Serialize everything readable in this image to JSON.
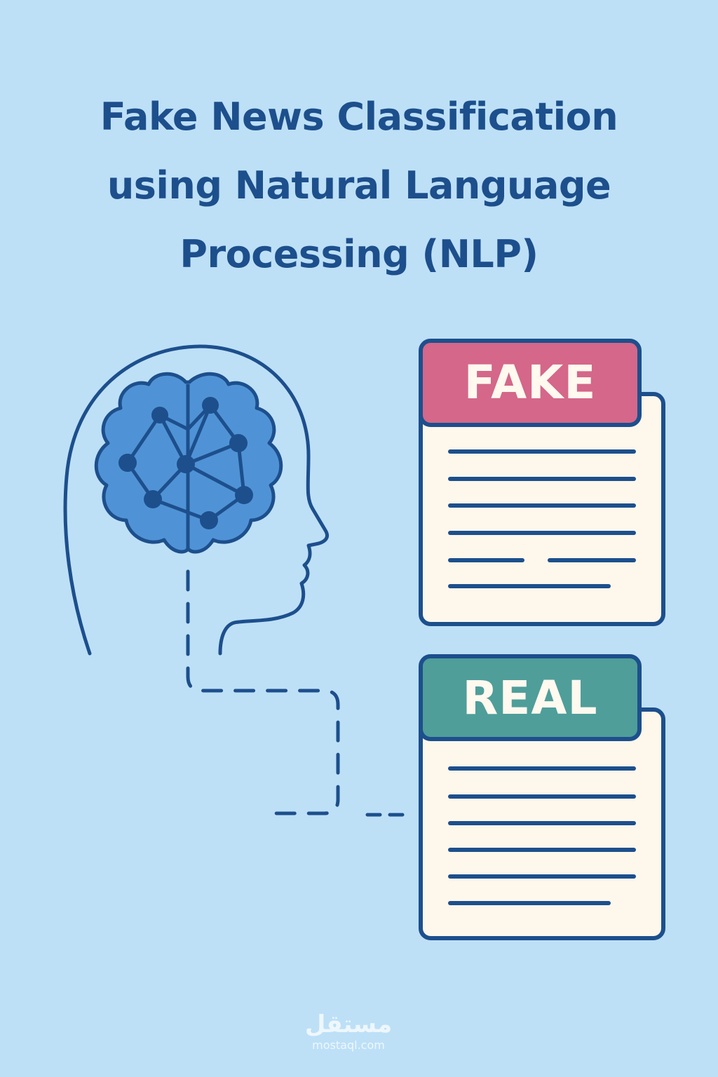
{
  "title": {
    "line1": "Fake News Classification",
    "line2": "using Natural Language",
    "line3": "Processing (NLP)"
  },
  "documents": {
    "fake": {
      "label": "FAKE",
      "color": "#d4678a"
    },
    "real": {
      "label": "REAL",
      "color": "#4f9e9a"
    }
  },
  "watermark": {
    "arabic": "مستقل",
    "domain": "mostaql.com"
  },
  "colors": {
    "background": "#bde0f7",
    "outline": "#1d4f8c",
    "brain": "#4f93d6",
    "paper": "#fdf7ec"
  },
  "icons": [
    "head-silhouette-icon",
    "brain-network-icon",
    "document-icon"
  ]
}
